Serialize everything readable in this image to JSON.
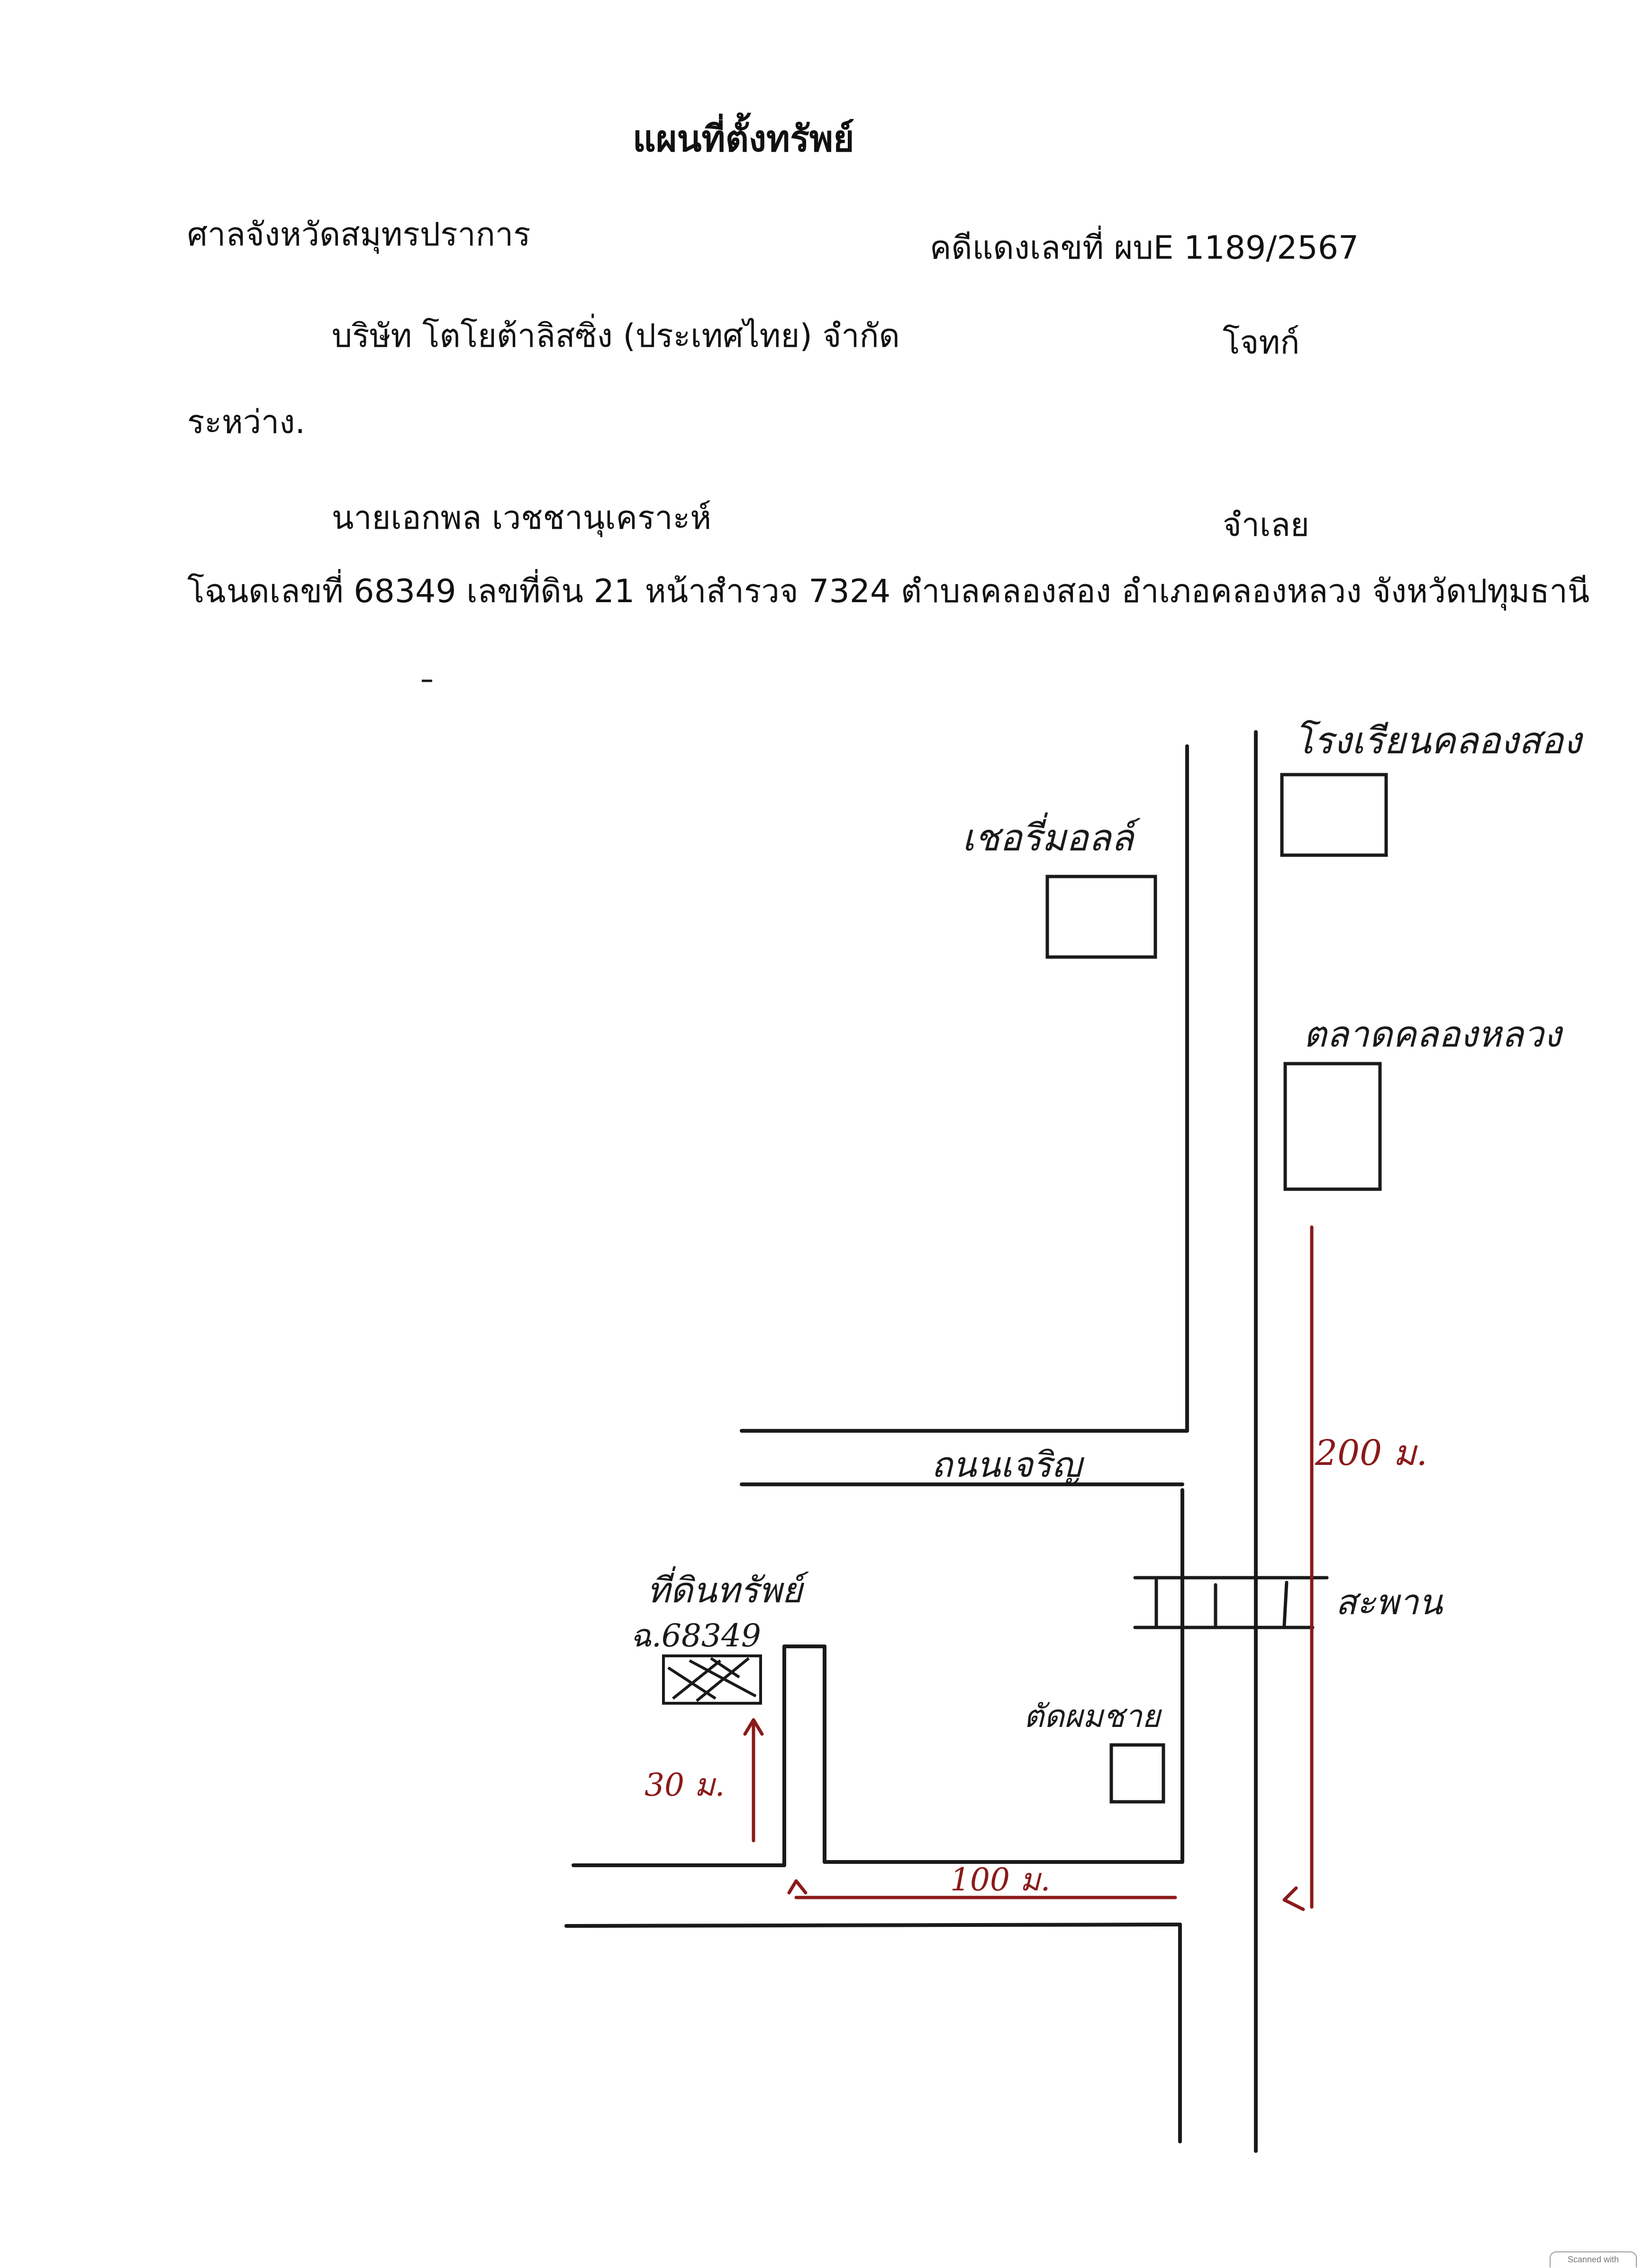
{
  "header": {
    "title": "แผนที่ตั้งทรัพย์",
    "court": "ศาลจังหวัดสมุทรปราการ",
    "case_number": "คดีแดงเลขที่  ผบE 1189/2567",
    "plaintiff_name": "บริษัท โตโยต้าลิสซิ่ง (ประเทศไทย) จำกัด",
    "plaintiff_label": "โจทก์",
    "between": "ระหว่าง.",
    "defendant_name": "นายเอกพล  เวชชานุเคราะห์",
    "defendant_label": "จำเลย",
    "deed_line": "โฉนดเลขที่ 68349  เลขที่ดิน 21 หน้าสำรวจ 7324  ตำบลคลองสอง  อำเภอคลองหลวง  จังหวัดปทุมธานี"
  },
  "map": {
    "labels": {
      "school": "โรงเรียนคลองสอง",
      "cherry_mall": "เชอรี่มอลล์",
      "market": "ตลาดคลองหลวง",
      "road_name": "ถนนเจริญ",
      "bridge": "สะพาน",
      "property": "ที่ดินทรัพย์",
      "deed_no": "ฉ.68349",
      "hair_salon": "ตัดผมชาย"
    },
    "distances": {
      "north_south": "200 ม.",
      "east_west": "100 ม.",
      "alley": "30 ม."
    },
    "colors": {
      "ink": "#1a1a1a",
      "red_ink": "#8b1a1a"
    }
  },
  "footer": {
    "stamp": "Scanned with"
  }
}
